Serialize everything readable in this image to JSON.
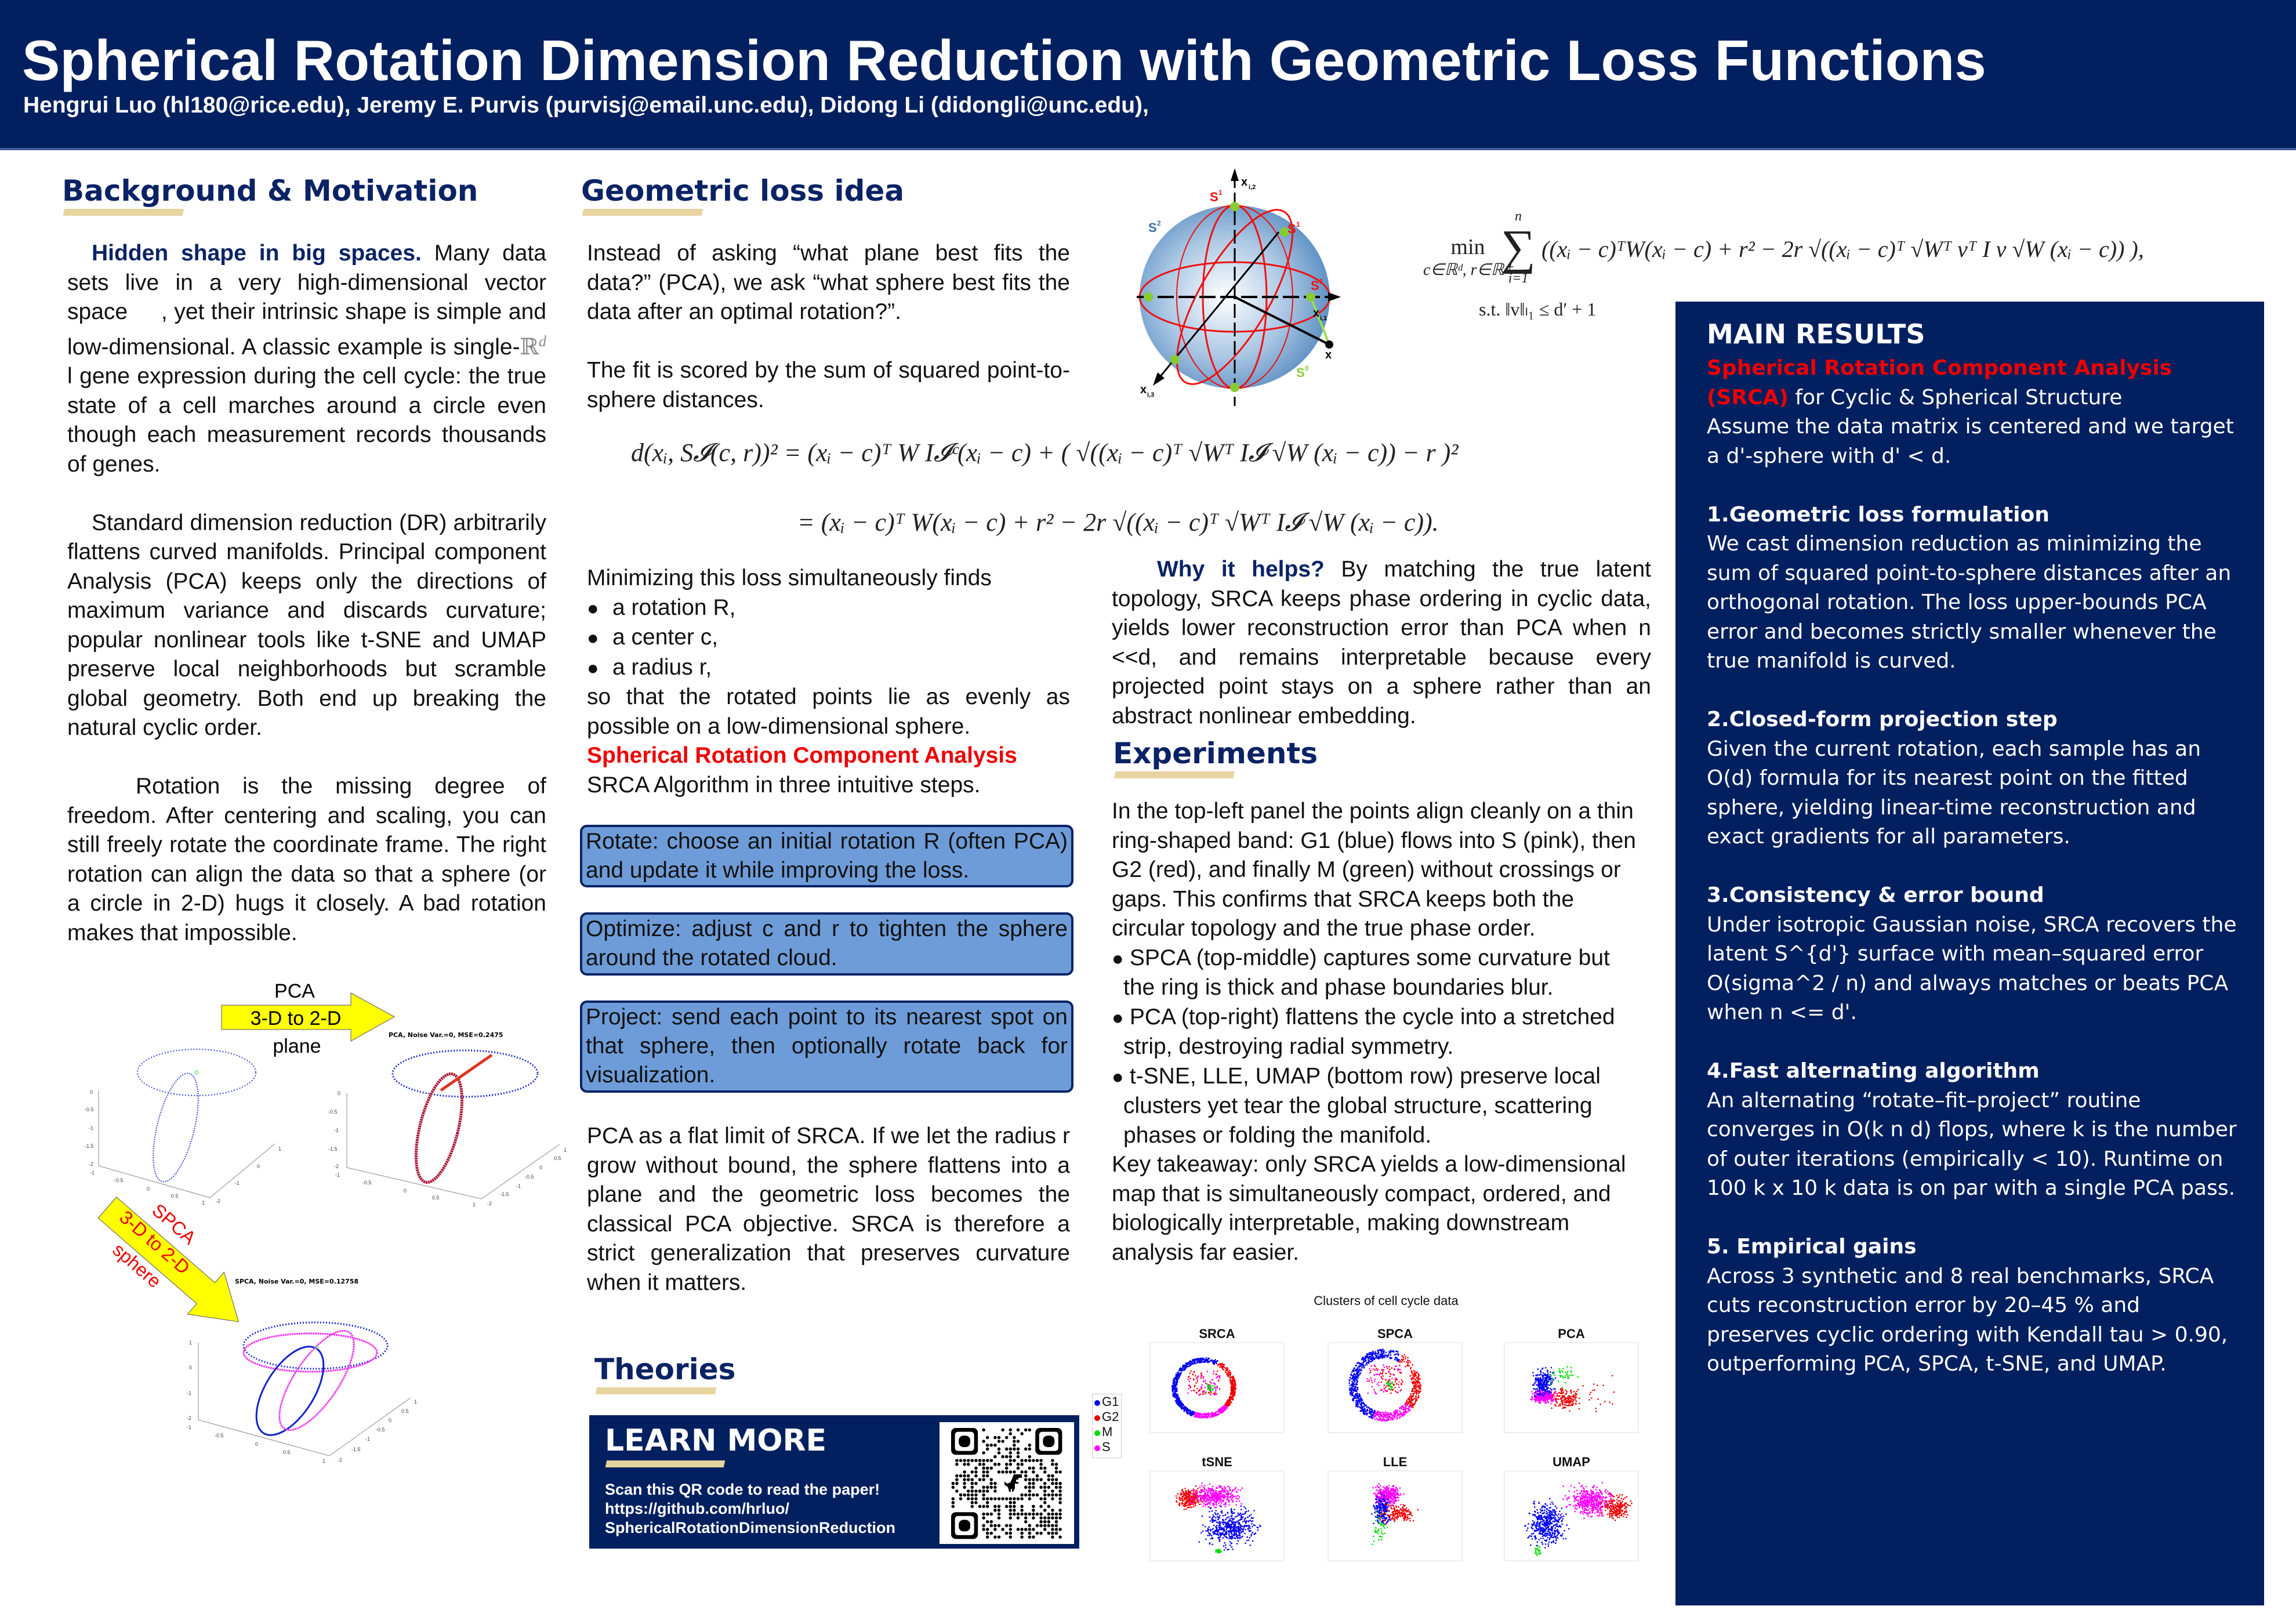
{
  "header": {
    "title": "Spherical Rotation Dimension Reduction with Geometric Loss Functions",
    "authors": "Hengrui Luo (hl180@rice.edu), Jeremy E. Purvis  (purvisj@email.unc.edu), Didong Li (didongli@unc.edu),"
  },
  "background": {
    "heading": "Background & Motivation",
    "p1_lead": "Hidden shape in big spaces.",
    "p1_a": " Many data sets live in a very high-dimensional vector space ",
    "p1_gap": "    ",
    "p1_b": ", yet their intrinsic shape is simple and low-dimensional. A classic example is single-",
    "p1_rd": "ℝ",
    "p1_rd_sup": "d",
    "p1_c": "l gene expression during the cell cycle: the true state of a cell marches around a circle even though each measurement records thousands of genes.",
    "p2": "Standard dimension reduction (DR) arbitrarily flattens curved manifolds. Principal component Analysis (PCA) keeps only the directions of maximum variance and discards curvature; popular nonlinear tools like t-SNE and UMAP preserve local neighborhoods but scramble global geometry. Both end up breaking the natural cyclic order.",
    "p3": "Rotation is the missing degree of freedom. After centering and scaling, you can still freely rotate the coordinate frame. The right rotation can align the data so that a sphere (or a circle in 2-D) hugs it closely. A bad rotation makes that impossible."
  },
  "toy_figure": {
    "pca_arrow_top": "PCA",
    "pca_arrow_mid": "3-D to 2-D",
    "pca_arrow_bottom": "plane",
    "spca_arrow_1": "SPCA",
    "spca_arrow_2": "3-D to 2-D",
    "spca_arrow_3": "sphere",
    "pca_plot_title": "PCA, Noise Var.=0, MSE=0.2475",
    "spca_plot_title": "SPCA, Noise Var.=0, MSE=0.12758"
  },
  "geometric": {
    "heading": "Geometric loss idea",
    "p1": "Instead of asking “what plane best fits the data?” (PCA), we ask “what sphere best fits the data after an optimal rotation?”.",
    "p2": "The fit is scored by the sum of squared point-to-sphere distances.",
    "eq_line1": "d(xᵢ, S𝓘(c, r))² = (xᵢ − c)ᵀ W I𝓘ᶜ(xᵢ − c) + ( √((xᵢ − c)ᵀ √Wᵀ I𝓘 √W (xᵢ − c)) − r )²",
    "eq_line2": "= (xᵢ − c)ᵀ W(xᵢ − c) + r² − 2r √((xᵢ − c)ᵀ √Wᵀ I𝓘 √W (xᵢ − c)).",
    "list_intro": "Minimizing this loss simultaneously finds",
    "list": [
      "a rotation R,",
      "a center c,",
      "a radius r,"
    ],
    "list_outro": "so that the rotated points lie as evenly as possible on a low-dimensional sphere.",
    "srca_name": "Spherical Rotation Component Analysis",
    "srca_steps": "SRCA Algorithm in three intuitive steps.",
    "steps": [
      "Rotate: choose an initial rotation R (often PCA) and update it while improving the loss.",
      "Optimize: adjust c and r to tighten the sphere around the rotated cloud.",
      "Project: send each point to its nearest spot on that sphere, then optionally rotate back for visualization."
    ],
    "pca_limit": "PCA as a flat limit of SRCA. If we let the radius r grow without bound, the sphere flattens into a plane and the geometric loss becomes the classical PCA objective. SRCA is therefore a strict generalization that preserves curvature when it matters."
  },
  "sphere_figure": {
    "labels": [
      "x",
      "i,2",
      "S",
      "1",
      "S",
      "2",
      "S",
      "1",
      "S",
      "1",
      "x",
      "i,1",
      "x",
      "x",
      "i,3",
      "S",
      "0"
    ]
  },
  "objective": {
    "min": "min",
    "min_sub": "c∈ℝᵈ, r∈ℝ⁺",
    "sum_top": "n",
    "sum_bottom": "i=1",
    "body": "((xᵢ − c)ᵀW(xᵢ − c) + r² − 2r √((xᵢ − c)ᵀ √Wᵀ vᵀ I v √W (xᵢ − c)) ),",
    "constraint": "s.t. ‖v‖ₗ₁ ≤ d′ + 1"
  },
  "why": {
    "lead": "Why it helps?",
    "text": " By matching the true latent topology, SRCA keeps phase ordering in cyclic data, yields lower reconstruction error than PCA when n <<d, and remains interpretable because every projected point stays on a sphere rather than an abstract nonlinear embedding."
  },
  "experiments": {
    "heading": "Experiments",
    "intro": "In the top-left panel the points align cleanly on a thin ring-shaped band: G1 (blue) flows into S (pink), then G2 (red), and finally M (green) without crossings or gaps. This confirms that SRCA keeps both the circular topology and the true phase order.",
    "bullets": [
      "SPCA (top-middle) captures some curvature but the ring is thick and phase boundaries blur.",
      "PCA (top-right) flattens the cycle into a stretched strip, destroying radial symmetry.",
      "t-SNE, LLE, UMAP (bottom row) preserve local clusters yet tear the global structure, scattering phases or folding the manifold."
    ],
    "takeaway": "Key takeaway: only SRCA yields a low-dimensional map that is simultaneously compact, ordered, and biologically interpretable, making downstream analysis far easier."
  },
  "cluster_figure": {
    "title": "Clusters of cell cycle data",
    "panels": [
      "SRCA",
      "SPCA",
      "PCA",
      "tSNE",
      "LLE",
      "UMAP"
    ],
    "legend": [
      {
        "label": "G1",
        "color": "#0000ee"
      },
      {
        "label": "G2",
        "color": "#ee0000"
      },
      {
        "label": "M",
        "color": "#00dd00"
      },
      {
        "label": "S",
        "color": "#ff00ff"
      }
    ]
  },
  "theories": {
    "heading": "Theories"
  },
  "learn_more": {
    "heading": "LEARN MORE",
    "line1": "Scan this QR code to read the paper!",
    "line2": "https://github.com/hrluo/",
    "line3": "SphericalRotationDimensionReduction"
  },
  "main_results": {
    "heading": "MAIN RESULTS",
    "intro_red": "Spherical Rotation Component Analysis (SRCA)",
    "intro_rest": " for Cyclic & Spherical Structure",
    "intro_2": "Assume the data matrix is centered and we target a d'-sphere with d' < d.",
    "items": [
      {
        "title": "1.Geometric loss formulation",
        "text": "We cast dimension reduction as minimizing the sum of squared point-to-sphere distances after an orthogonal rotation. The loss upper-bounds PCA error and becomes strictly smaller whenever the true manifold is curved."
      },
      {
        "title": "2.Closed-form projection step",
        "text": "Given the current rotation, each sample has an O(d) formula for its nearest point on the fitted sphere, yielding linear-time reconstruction and exact gradients for all parameters."
      },
      {
        "title": "3.Consistency & error bound",
        "text": "Under isotropic Gaussian noise, SRCA recovers the latent S^{d'} surface with mean–squared error O(sigma^2 / n) and always matches or beats PCA when n <= d'."
      },
      {
        "title": "4.Fast alternating algorithm",
        "text": "An alternating “rotate–fit–project” routine converges in O(k n d) flops, where k is the number of outer iterations (empirically < 10). Runtime on 100 k x 10 k data is on par with a single PCA pass."
      },
      {
        "title": "5. Empirical gains",
        "text": "Across 3 synthetic and 8 real benchmarks, SRCA cuts reconstruction error by 20–45 % and preserves cyclic ordering with Kendall tau > 0.90, outperforming PCA, SPCA, t-SNE, and UMAP."
      }
    ]
  },
  "colors": {
    "navy": "#02205f",
    "tan": "#e8d4a0",
    "red": "#ee0000",
    "box_blue": "#6e9cd8",
    "arrow_yellow": "#ffff00"
  }
}
